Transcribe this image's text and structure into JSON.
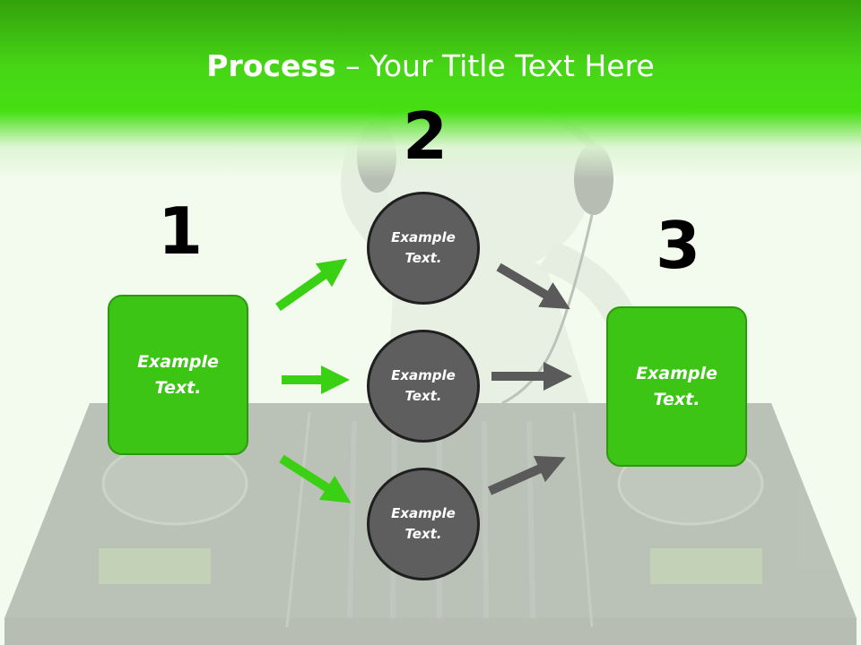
{
  "title": {
    "strong": "Process",
    "rest": " – Your Title Text Here"
  },
  "steps": [
    {
      "number": "1",
      "text": "Example Text."
    },
    {
      "number": "2",
      "text": "Example Text."
    },
    {
      "number": "3",
      "text": "Example Text."
    }
  ],
  "middle": [
    {
      "text": "Example Text."
    },
    {
      "text": "Example Text."
    },
    {
      "text": "Example Text."
    }
  ],
  "colors": {
    "header_green": "#45df12",
    "box_green": "#3cc514",
    "arrow_green": "#3ad014",
    "circle_gray": "#5e5e5e",
    "arrow_gray": "#5a5a5a"
  },
  "icons": [
    "dj-figure-with-headphones",
    "dj-mixer-console"
  ]
}
